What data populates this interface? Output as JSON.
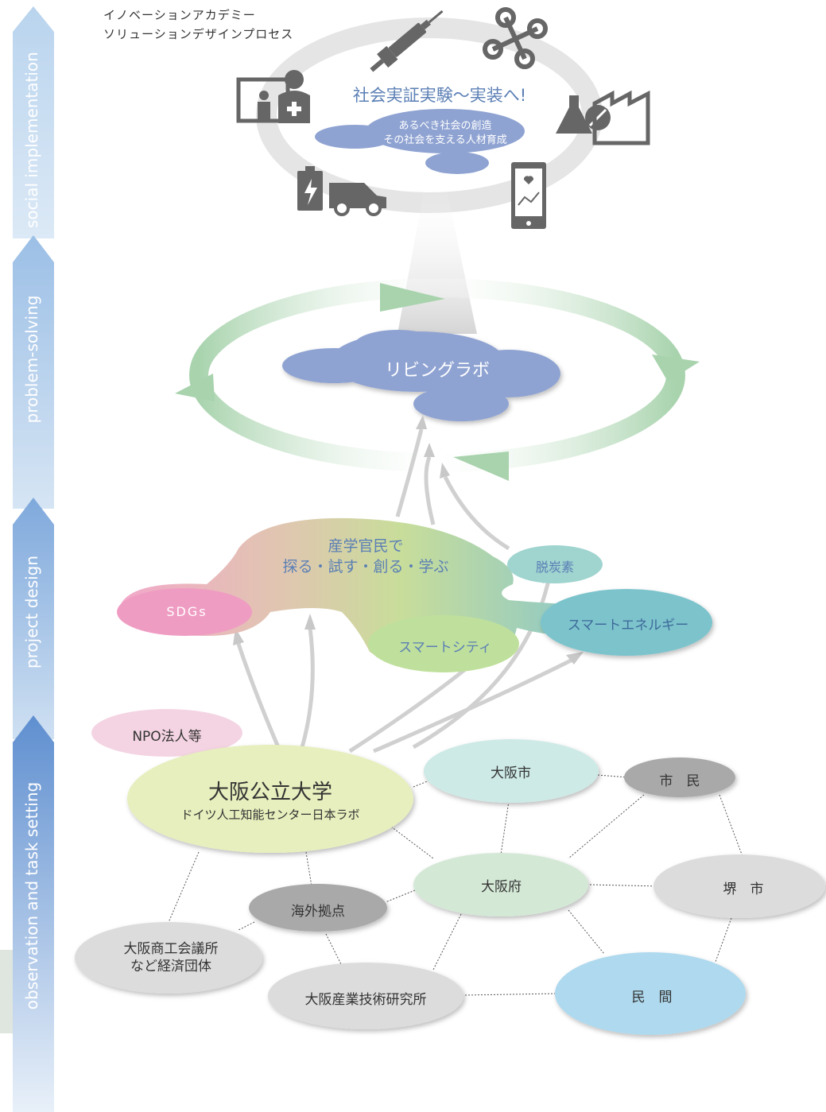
{
  "header": {
    "line1": "イノベーションアカデミー",
    "line2": "ソリューションデザインプロセス"
  },
  "stages": [
    {
      "label": "social implementation"
    },
    {
      "label": "problem-solving"
    },
    {
      "label": "project design"
    },
    {
      "label": "observation and task setting"
    }
  ],
  "top": {
    "title": "社会実証実験～実装へ!",
    "cloud_line1": "あるべき社会の創造",
    "cloud_line2": "その社会を支える人材育成",
    "icons": [
      "syringe-icon",
      "drone-icon",
      "medical-icon",
      "factory-icon",
      "ev-battery-icon",
      "smartphone-health-icon"
    ]
  },
  "living_lab": {
    "label": "リビングラボ"
  },
  "blob": {
    "line1": "産学官民で",
    "line2": "探る・試す・創る・学ぶ",
    "sdgs": "SDGs",
    "decarbon": "脱炭素",
    "smart_energy": "スマートエネルギー",
    "smart_city": "スマートシティ"
  },
  "network": {
    "npo": "NPO法人等",
    "univ_name": "大阪公立大学",
    "univ_sub": "ドイツ人工知能センター日本ラボ",
    "osaka_city": "大阪市",
    "citizens": "市　民",
    "osaka_pref": "大阪府",
    "sakai": "堺　市",
    "overseas": "海外拠点",
    "chamber1": "大阪商工会議所",
    "chamber2": "など経済団体",
    "tri": "大阪産業技術研究所",
    "private": "民　間"
  },
  "colors": {
    "stage_top": "#9ec4e8",
    "stage_bottom": "#5a8fcc",
    "cloud": "#8fa3d2",
    "ring": "#9cc9a6",
    "title_text": "#5b7fb5"
  }
}
